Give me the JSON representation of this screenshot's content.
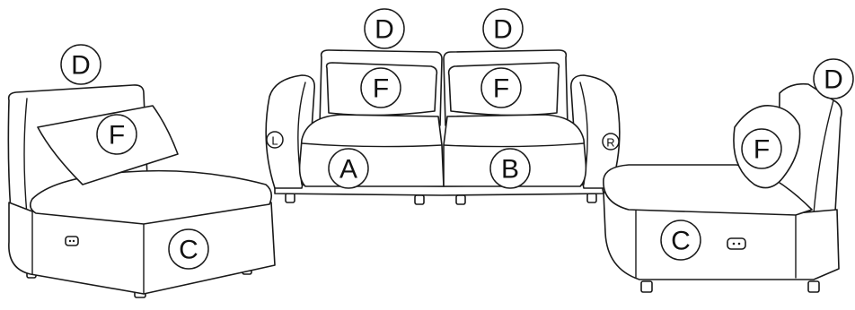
{
  "labels": {
    "backrest": "D",
    "pillow": "F",
    "seat_left_module": "A",
    "seat_right_module": "B",
    "armless_chair": "C",
    "left_arm": "L",
    "right_arm": "R"
  }
}
